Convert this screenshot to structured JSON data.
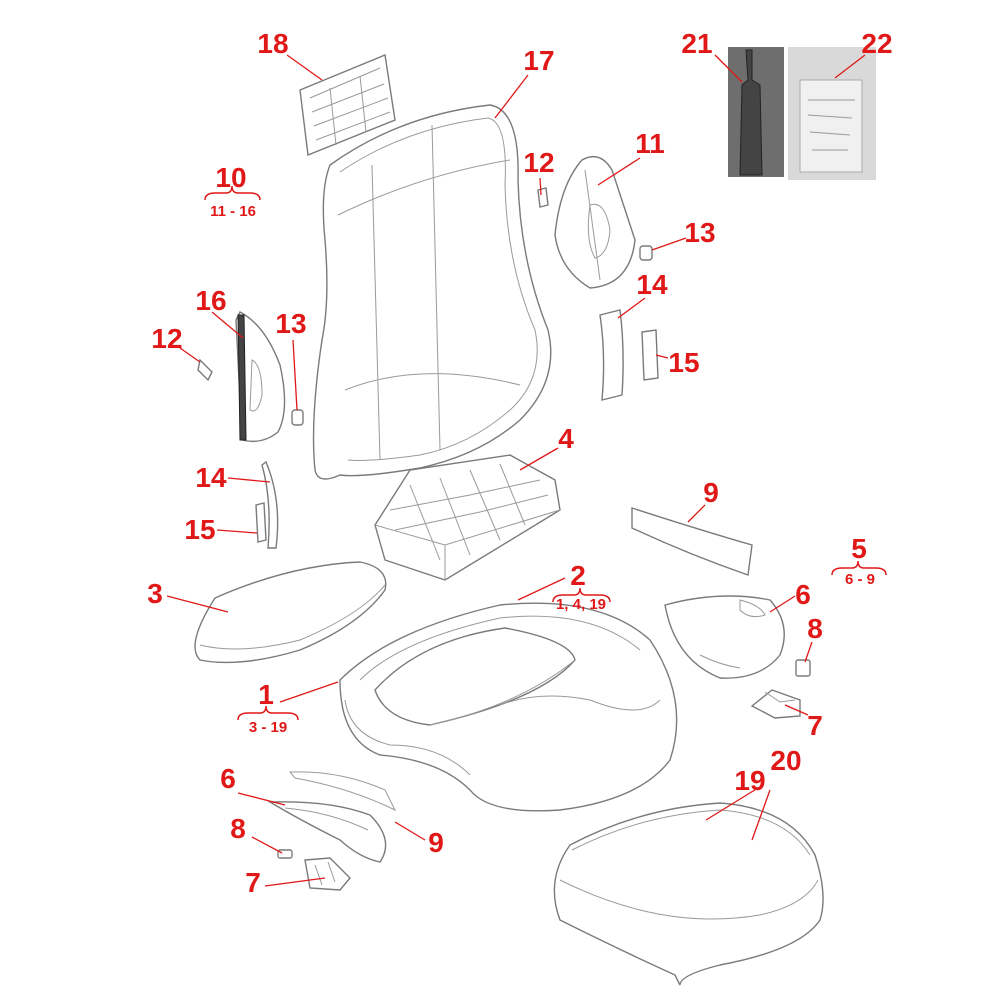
{
  "diagram": {
    "labels": {
      "l18": "18",
      "l17": "17",
      "l21": "21",
      "l22": "22",
      "l10": "10",
      "l10_range": "11 - 16",
      "l12a": "12",
      "l11": "11",
      "l13a": "13",
      "l14a": "14",
      "l15a": "15",
      "l16": "16",
      "l13b": "13",
      "l12b": "12",
      "l4": "4",
      "l14b": "14",
      "l15b": "15",
      "l9a": "9",
      "l5": "5",
      "l5_range": "6 - 9",
      "l2": "2",
      "l2_range": "1, 4, 19",
      "l3": "3",
      "l6a": "6",
      "l8a": "8",
      "l7a": "7",
      "l1": "1",
      "l1_range": "3 - 19",
      "l6b": "6",
      "l19": "19",
      "l20": "20",
      "l8b": "8",
      "l9b": "9",
      "l7b": "7"
    }
  }
}
